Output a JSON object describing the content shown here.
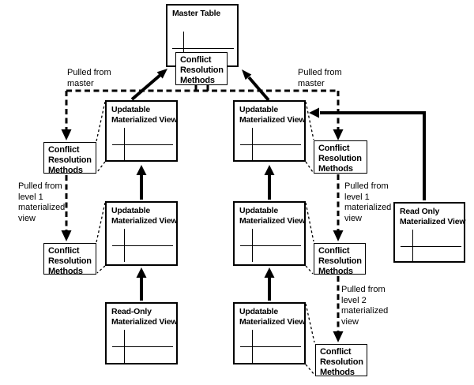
{
  "diagram": {
    "type": "replication-hierarchy",
    "colors": {
      "line": "#000000",
      "background": "#ffffff"
    },
    "nodes": {
      "master_table": {
        "label": "Master Table"
      },
      "crm_top": {
        "label": "Conflict\nResolution\nMethods"
      },
      "mv_left_top": {
        "label": "Updatable\nMaterialized View"
      },
      "crm_left_1": {
        "label": "Conflict\nResolution\nMethods"
      },
      "mv_left_mid": {
        "label": "Updatable\nMaterialized View"
      },
      "crm_left_2": {
        "label": "Conflict\nResolution\nMethods"
      },
      "ro_left_bottom": {
        "label": "Read-Only\nMaterialized View"
      },
      "mv_right_top": {
        "label": "Updatable\nMaterialized View"
      },
      "crm_right_1": {
        "label": "Conflict\nResolution\nMethods"
      },
      "mv_right_mid": {
        "label": "Updatable\nMaterialized View"
      },
      "crm_right_2": {
        "label": "Conflict\nResolution\nMethods"
      },
      "mv_right_bottom": {
        "label": "Updatable\nMaterialized View"
      },
      "crm_right_3": {
        "label": "Conflict\nResolution\nMethods"
      },
      "ro_far_right": {
        "label": "Read Only\nMaterialized View"
      }
    },
    "annotations": {
      "pulled_master_left": "Pulled from\nmaster",
      "pulled_master_right": "Pulled from\nmaster",
      "pulled_level1_left": "Pulled from\nlevel 1\nmaterialized\nview",
      "pulled_level1_right": "Pulled from\nlevel 1\nmaterialized\nview",
      "pulled_level2_right": "Pulled from\nlevel 2\nmaterialized\nview"
    }
  }
}
